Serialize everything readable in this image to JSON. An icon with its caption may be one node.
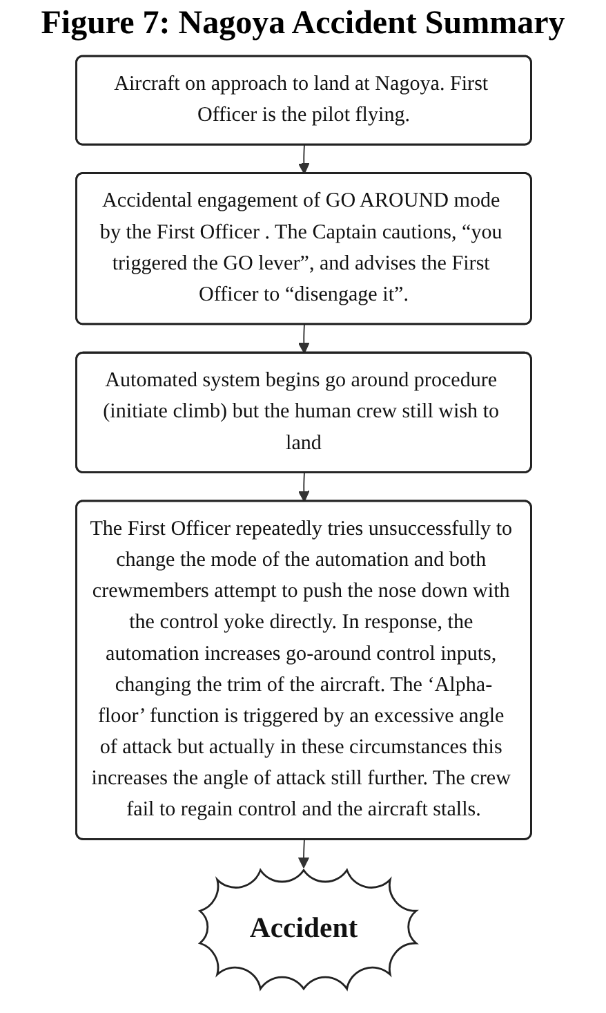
{
  "diagram": {
    "title": "Figure 7: Nagoya Accident Summary",
    "nodes": [
      {
        "text": [
          "Aircraft on approach to land at Nagoya. First Officer is the pilot flying."
        ]
      },
      {
        "text": [
          "Accidental engagement of GO AROUND mode by the First Officer . The Captain cautions, “you triggered the GO lever”, and advises the First Officer to “disengage it”."
        ]
      },
      {
        "text": [
          "Automated system begins go around procedure (initiate climb) but the human crew still wish to land"
        ]
      },
      {
        "text": [
          "The First Officer repeatedly tries unsuccessfully to change the mode of the automation and both crewmembers attempt to push the nose down with the control yoke directly. In response, the automation increases go-around control inputs, changing the trim of the aircraft. The ‘Alpha-floor’ function is triggered by an excessive angle of attack but actually in these circumstances this increases the angle of attack still further. The crew fail to regain control and the aircraft stalls."
        ]
      },
      {
        "text": [
          "Accident"
        ]
      }
    ],
    "edges": [
      {
        "from": 0,
        "to": 1,
        "arrow": "to"
      },
      {
        "from": 1,
        "to": 2,
        "arrow": "to"
      },
      {
        "from": 2,
        "to": 3,
        "arrow": "to"
      },
      {
        "from": 3,
        "to": 4,
        "arrow": "to"
      }
    ]
  }
}
